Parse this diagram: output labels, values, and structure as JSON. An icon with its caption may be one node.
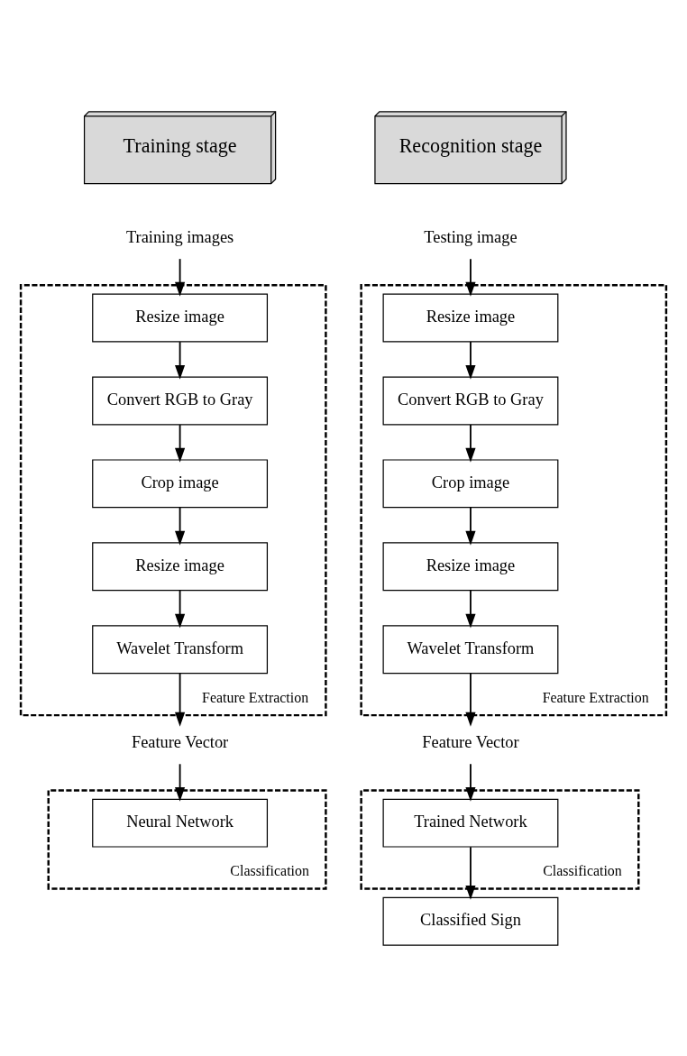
{
  "diagram": {
    "nodes": [
      {
        "text": [
          "Training stage"
        ]
      },
      {
        "text": [
          "Recognition stage"
        ]
      },
      {
        "text": [
          "Training images"
        ]
      },
      {
        "text": [
          "Testing image"
        ]
      },
      {
        "text": [
          "Feature Extraction"
        ]
      },
      {
        "text": [
          "Resize image"
        ],
        "in": 4
      },
      {
        "text": [
          "Convert RGB to Gray"
        ],
        "in": 4
      },
      {
        "text": [
          "Crop image"
        ],
        "in": 4
      },
      {
        "text": [
          "Resize image"
        ],
        "in": 4
      },
      {
        "text": [
          "Wavelet Transform"
        ],
        "in": 4
      },
      {
        "text": [
          "Feature Extraction"
        ]
      },
      {
        "text": [
          "Resize image"
        ],
        "in": 10
      },
      {
        "text": [
          "Convert RGB to Gray"
        ],
        "in": 10
      },
      {
        "text": [
          "Crop image"
        ],
        "in": 10
      },
      {
        "text": [
          "Resize image"
        ],
        "in": 10
      },
      {
        "text": [
          "Wavelet Transform"
        ],
        "in": 10
      },
      {
        "text": [
          "Feature Vector"
        ]
      },
      {
        "text": [
          "Feature Vector"
        ]
      },
      {
        "text": [
          "Classification"
        ]
      },
      {
        "text": [
          "Neural Network"
        ],
        "in": 18
      },
      {
        "text": [
          "Classification"
        ]
      },
      {
        "text": [
          "Trained Network"
        ],
        "in": 20
      },
      {
        "text": [
          "Classified Sign"
        ]
      }
    ],
    "edges": [
      {
        "from": 2,
        "to": 5,
        "arrow": "to"
      },
      {
        "from": 5,
        "to": 6,
        "arrow": "to"
      },
      {
        "from": 6,
        "to": 7,
        "arrow": "to"
      },
      {
        "from": 7,
        "to": 8,
        "arrow": "to"
      },
      {
        "from": 8,
        "to": 9,
        "arrow": "to"
      },
      {
        "from": 9,
        "to": 16,
        "arrow": "to"
      },
      {
        "from": 16,
        "to": 19,
        "arrow": "to"
      },
      {
        "from": 3,
        "to": 11,
        "arrow": "to"
      },
      {
        "from": 11,
        "to": 12,
        "arrow": "to"
      },
      {
        "from": 12,
        "to": 13,
        "arrow": "to"
      },
      {
        "from": 13,
        "to": 14,
        "arrow": "to"
      },
      {
        "from": 14,
        "to": 15,
        "arrow": "to"
      },
      {
        "from": 15,
        "to": 17,
        "arrow": "to"
      },
      {
        "from": 17,
        "to": 21,
        "arrow": "to"
      },
      {
        "from": 21,
        "to": 22,
        "arrow": "to"
      }
    ]
  }
}
